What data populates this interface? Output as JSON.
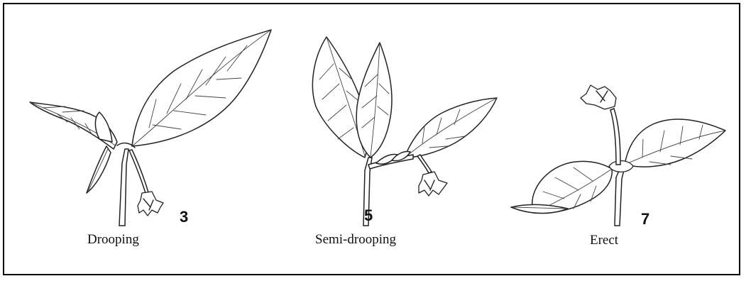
{
  "figure": {
    "panels": [
      {
        "id": "drooping",
        "score": "3",
        "caption": "Drooping"
      },
      {
        "id": "semi-drooping",
        "score": "5",
        "caption": "Semi-drooping"
      },
      {
        "id": "erect",
        "score": "7",
        "caption": "Erect"
      }
    ]
  }
}
